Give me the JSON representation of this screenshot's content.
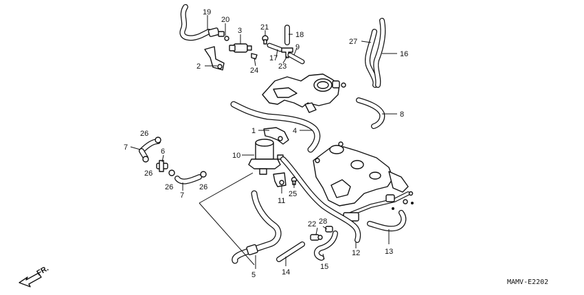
{
  "diagram_code": "MAMV-E2202",
  "direction_label": "FR.",
  "callouts": [
    {
      "id": "1",
      "label": "1"
    },
    {
      "id": "2",
      "label": "2"
    },
    {
      "id": "3",
      "label": "3"
    },
    {
      "id": "4",
      "label": "4"
    },
    {
      "id": "5",
      "label": "5"
    },
    {
      "id": "6",
      "label": "6"
    },
    {
      "id": "7a",
      "label": "7"
    },
    {
      "id": "7b",
      "label": "7"
    },
    {
      "id": "8",
      "label": "8"
    },
    {
      "id": "9",
      "label": "9"
    },
    {
      "id": "10",
      "label": "10"
    },
    {
      "id": "11",
      "label": "11"
    },
    {
      "id": "12",
      "label": "12"
    },
    {
      "id": "13",
      "label": "13"
    },
    {
      "id": "14",
      "label": "14"
    },
    {
      "id": "15",
      "label": "15"
    },
    {
      "id": "16",
      "label": "16"
    },
    {
      "id": "17",
      "label": "17"
    },
    {
      "id": "18",
      "label": "18"
    },
    {
      "id": "19",
      "label": "19"
    },
    {
      "id": "20",
      "label": "20"
    },
    {
      "id": "21",
      "label": "21"
    },
    {
      "id": "22",
      "label": "22"
    },
    {
      "id": "23",
      "label": "23"
    },
    {
      "id": "24",
      "label": "24"
    },
    {
      "id": "25",
      "label": "25"
    },
    {
      "id": "26a",
      "label": "26"
    },
    {
      "id": "26b",
      "label": "26"
    },
    {
      "id": "26c",
      "label": "26"
    },
    {
      "id": "26d",
      "label": "26"
    },
    {
      "id": "27",
      "label": "27"
    },
    {
      "id": "28",
      "label": "28"
    }
  ]
}
